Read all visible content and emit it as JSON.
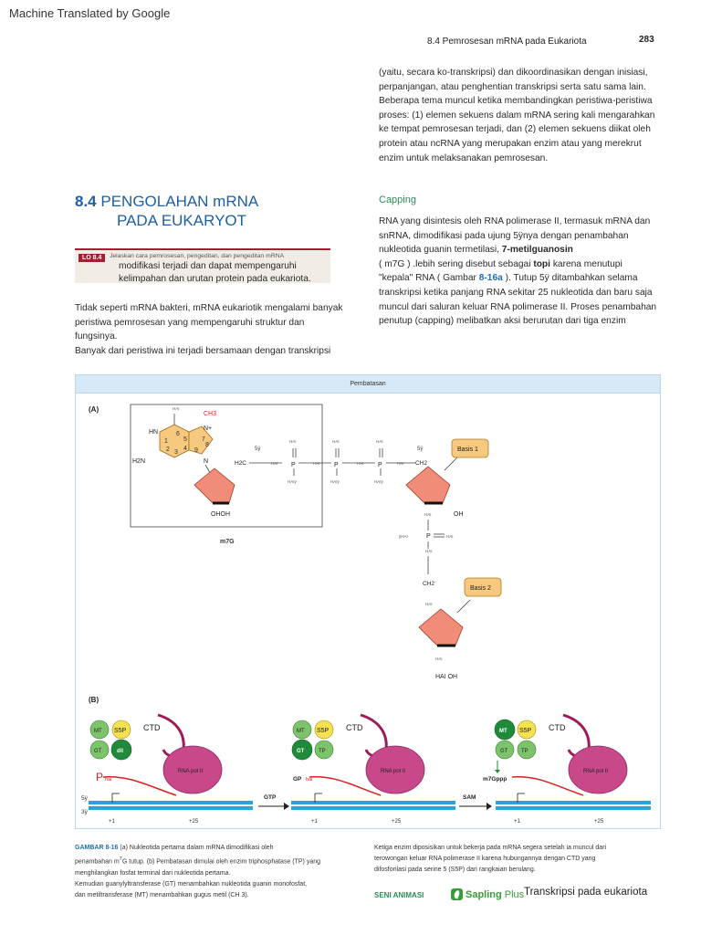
{
  "header": {
    "mt_label": "Machine Translated by Google",
    "running_head": "8.4 Pemrosesan mRNA pada Eukariota",
    "page_number": "283"
  },
  "para_top": [
    "(yaitu, secara ko-transkripsi) dan dikoordinasikan dengan inisiasi,",
    "perpanjangan, atau penghentian transkripsi serta satu sama lain.",
    "Beberapa tema muncul ketika membandingkan peristiwa-peristiwa",
    "proses: (1) elemen sekuens dalam mRNA sering kali mengarahkan",
    "ke tempat pemrosesan terjadi, dan (2) elemen sekuens diikat oleh",
    "protein atau ncRNA yang merupakan enzim atau yang merekrut",
    "enzim untuk melaksanakan pemrosesan."
  ],
  "section": {
    "number": "8.4",
    "title_line1": "PENGOLAHAN mRNA",
    "title_line2": "PADA EUKARYOT"
  },
  "lo": {
    "tag": "LO 8.4",
    "small_text": "Jelaskan cara pemrosesan, pengeditan, dan pengeditan mRNA",
    "main_line1": "modifikasi terjadi dan dapat mempengaruhi",
    "main_line2": "kelimpahan dan urutan protein pada eukariota."
  },
  "para_left": [
    "Tidak seperti mRNA bakteri, mRNA eukariotik mengalami banyak",
    "peristiwa pemrosesan yang mempengaruhi struktur dan fungsinya.",
    "Banyak dari peristiwa ini terjadi bersamaan dengan transkripsi"
  ],
  "capping": {
    "title": "Capping",
    "l1": "RNA yang disintesis oleh RNA polimerase II, termasuk mRNA dan",
    "l2": "snRNA, dimodifikasi pada ujung 5ÿnya dengan penambahan",
    "l3a": "nukleotida guanin termetilasi, ",
    "l3b": "7-metilguanosin",
    "l4": "( m7G ) .lebih sering disebut sebagai ",
    "l4b": "topi",
    "l4c": " karena menutupi",
    "l5a": "\"kepala\" RNA ( Gambar ",
    "l5b": "8-16a",
    "l5c": " ). Tutup 5ÿ ditambahkan selama",
    "l6": "transkripsi ketika panjang RNA sekitar 25 nukleotida dan baru saja",
    "l7": "muncul dari saluran keluar RNA polimerase II. Proses penambahan",
    "l8": "penutup (capping) melibatkan aksi berurutan dari tiga enzim"
  },
  "figure": {
    "header": "Pembatasan",
    "panel_a": "(A)",
    "panel_b": "(B)",
    "m7g_label": "m7G",
    "ch3": "CH3",
    "hn": "HN",
    "h2n": "H2N",
    "n_plus": "N+",
    "n": "N",
    "ring_nums": [
      "6",
      "5",
      "7",
      "1",
      "4",
      "8",
      "2",
      "3",
      "9"
    ],
    "h2c": "H2C",
    "ch2": "CH2",
    "p": "P",
    "hai": "HAI",
    "haiy": "HAIÿ",
    "five_y": "5ÿ",
    "ohoh": "OHOH",
    "oh": "OH",
    "hai_oh": "HAI OH",
    "yhai": "ÿHAI",
    "basis1": "Basis 1",
    "basis2": "Basis 2",
    "mt": "MT",
    "gt": "GT",
    "s5p": "S5P",
    "ctd": "CTD",
    "dll": "dll",
    "tp": "TP",
    "rna_pol": "RNA pol II",
    "p_hai": "hai",
    "p_big": "P",
    "gp": "GP",
    "m7gppp": "m7Gppp",
    "gtp": "GTP",
    "sam": "SAM",
    "five_end": "5ÿ",
    "three_end": "3ÿ",
    "plus1": "+1",
    "plus25": "+25"
  },
  "caption": {
    "label": "GAMBAR 8-16",
    "l1": " (a) Nukleotida pertama dalam mRNA dimodifikasi oleh",
    "l2a": "penambahan m",
    "l2sup": "7",
    "l2b": "G tutup. (b) Pembatasan dimulai oleh enzim triphosphatase (TP) yang",
    "l3": "menghilangkan fosfat terminal dari nukleotida pertama.",
    "l4": "Kemudian guanylyltransferase (GT) menambahkan nukleotida guanin monofosfat,",
    "l5": "dan metiltransferase (MT) menambahkan gugus metil (CH 3).",
    "r1": "Ketiga enzim diposisikan untuk bekerja pada mRNA segera setelah ia muncul dari",
    "r2": "terowongan keluar RNA polimerase II karena hubungannya dengan CTD yang",
    "r3": "difosforilasi pada serine 5 (S5P) dari rangkaian berulang."
  },
  "footer": {
    "seni": "SENI ANIMASI",
    "sapling_a": "Sapling",
    "sapling_b": "Plus",
    "link": "Transkripsi pada eukariota"
  },
  "colors": {
    "accent_blue": "#1f6fb2",
    "lo_red": "#a31f34",
    "capping_green": "#2e8b57",
    "sugar": "#f08c78",
    "base": "#f7c97e",
    "pol": "#c8488a",
    "dna": "#2aa3dd"
  }
}
